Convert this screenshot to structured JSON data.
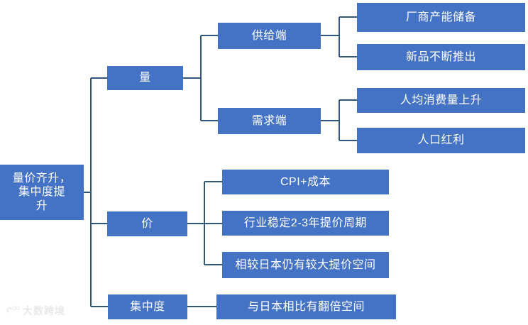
{
  "diagram": {
    "title": "量价齐升，集中度提升",
    "palette": {
      "node_fill": "#4472C4",
      "node_text": "#FFFFFF",
      "connector": "#31587A",
      "background": "#FFFFFF"
    },
    "root": {
      "label": "量价齐升，\n集中度提\n升"
    },
    "branches": [
      {
        "label": "量",
        "children": [
          {
            "label": "供给端",
            "children": [
              {
                "label": "厂商产能储备"
              },
              {
                "label": "新品不断推出"
              }
            ]
          },
          {
            "label": "需求端",
            "children": [
              {
                "label": "人均消费量上升"
              },
              {
                "label": "人口红利"
              }
            ]
          }
        ]
      },
      {
        "label": "价",
        "children": [
          {
            "label": "CPI+成本"
          },
          {
            "label": "行业稳定2-3年提价周期"
          },
          {
            "label": "相较日本仍有较大提价空间"
          }
        ]
      },
      {
        "label": "集中度",
        "children": [
          {
            "label": "与日本相比有翻倍空间"
          }
        ]
      }
    ]
  },
  "watermark": {
    "text": "大数跨境"
  }
}
